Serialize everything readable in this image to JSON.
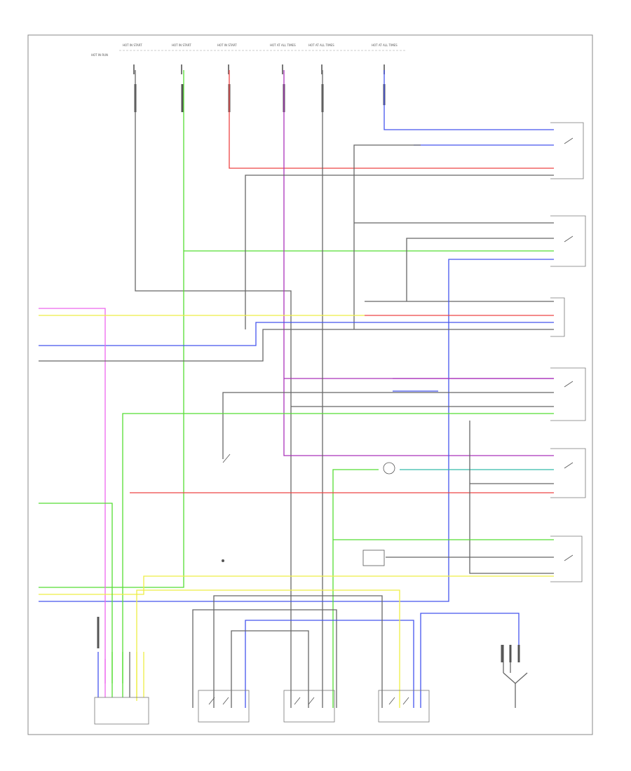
{
  "diagram": {
    "footer_code": "",
    "colors": {
      "green": "#55dd33",
      "red": "#ee4444",
      "blue": "#4455ee",
      "purple": "#aa33bb",
      "yellow": "#eeee44",
      "pink": "#ee66ee",
      "gray": "#666666"
    },
    "top_feeds": [
      "HOT IN RUN",
      "HOT IN START",
      "HOT IN START",
      "HOT IN START",
      "HOT AT ALL TIMES",
      "HOT AT ALL TIMES",
      "HOT AT ALL TIMES"
    ]
  }
}
